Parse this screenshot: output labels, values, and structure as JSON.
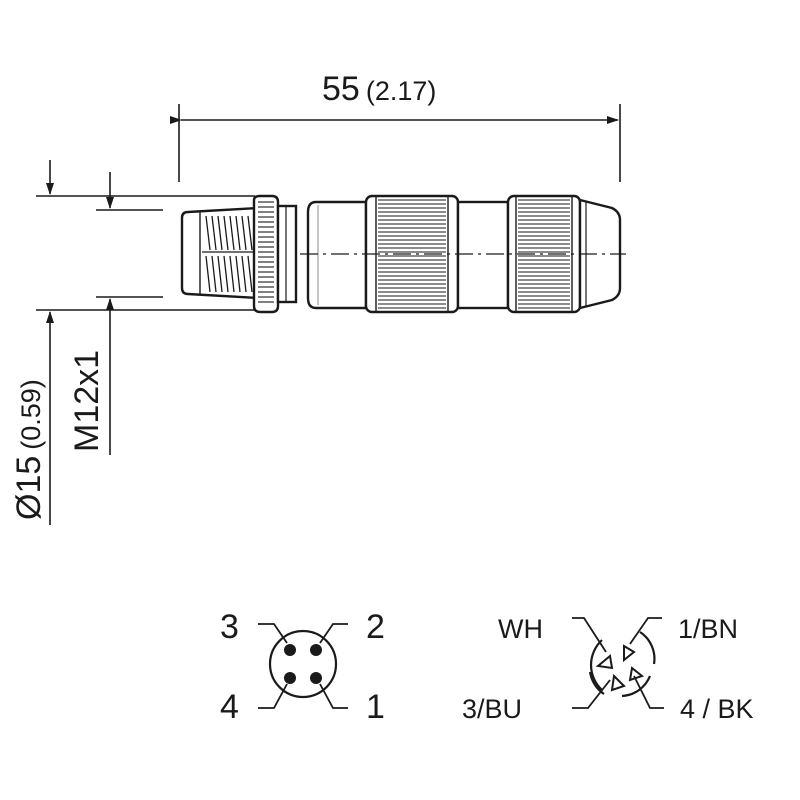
{
  "dimensions": {
    "length": {
      "value": "55",
      "inch": "(2.17)"
    },
    "diameter": {
      "value": "Ø15",
      "inch": "(0.59)"
    },
    "thread": "M12x1"
  },
  "pinout_male": {
    "pins": [
      "3",
      "2",
      "4",
      "1"
    ]
  },
  "pinout_female": {
    "labels": [
      "WH",
      "1/BN",
      "3/BU",
      "4 / BK"
    ]
  },
  "colors": {
    "line": "#1a1a1a",
    "background": "#ffffff"
  }
}
